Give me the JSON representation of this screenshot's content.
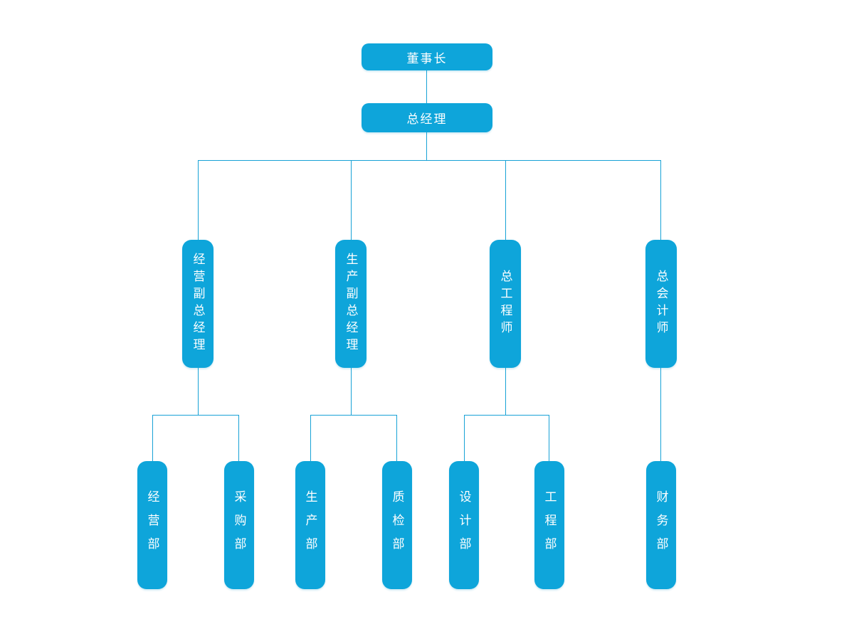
{
  "colors": {
    "node_fill": "#0ea5da",
    "node_text": "#ffffff",
    "connector": "#17a2d6",
    "background": "#ffffff"
  },
  "org_chart": {
    "type": "organization-chart",
    "root": {
      "label": "董事长"
    },
    "level2": {
      "label": "总经理"
    },
    "branches": [
      {
        "label": "经营副总经理",
        "children": [
          {
            "label": "经营部"
          },
          {
            "label": "采购部"
          }
        ]
      },
      {
        "label": "生产副总经理",
        "children": [
          {
            "label": "生产部"
          },
          {
            "label": "质检部"
          }
        ]
      },
      {
        "label": "总工程师",
        "children": [
          {
            "label": "设计部"
          },
          {
            "label": "工程部"
          }
        ]
      },
      {
        "label": "总会计师",
        "children": [
          {
            "label": "财务部"
          }
        ]
      }
    ]
  }
}
